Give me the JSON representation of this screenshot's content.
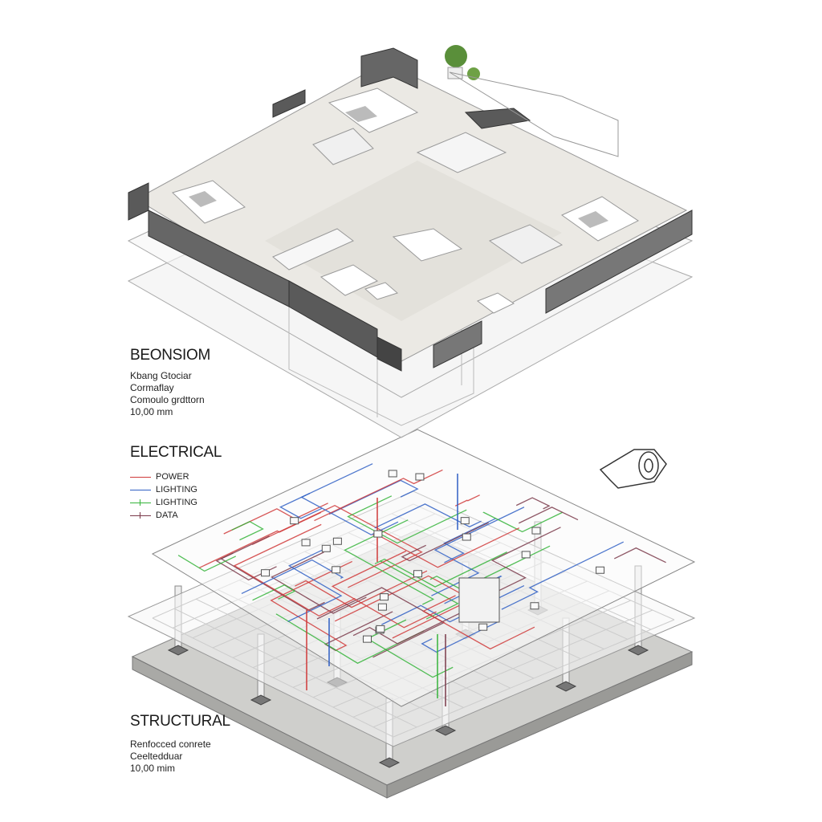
{
  "sections": {
    "floor": {
      "title": "BEONSIOM",
      "lines": [
        "Kbang Gtociar",
        "Cormaflay",
        "Comoulo grdttorn",
        "10,00 mm"
      ]
    },
    "electrical": {
      "title": "ELECTRICAL"
    },
    "structural": {
      "title": "STRUCTURAL",
      "lines": [
        "Renfocced conrete",
        "Ceeltedduar",
        "10,00 mim"
      ]
    }
  },
  "legend": [
    {
      "label": "POWER",
      "color": "#d03a3a",
      "icon": "line"
    },
    {
      "label": "LIGHTING",
      "color": "#2f5fc4",
      "icon": "line"
    },
    {
      "label": "LIGHTING",
      "color": "#35b43a",
      "icon": "line-tick"
    },
    {
      "label": "DATA",
      "color": "#7a3a4a",
      "icon": "line-tick"
    }
  ],
  "colors": {
    "wall": "#555555",
    "floor": "#ebe9e4",
    "slab": "#c9c9c6",
    "plane": "#f4f4f4"
  }
}
